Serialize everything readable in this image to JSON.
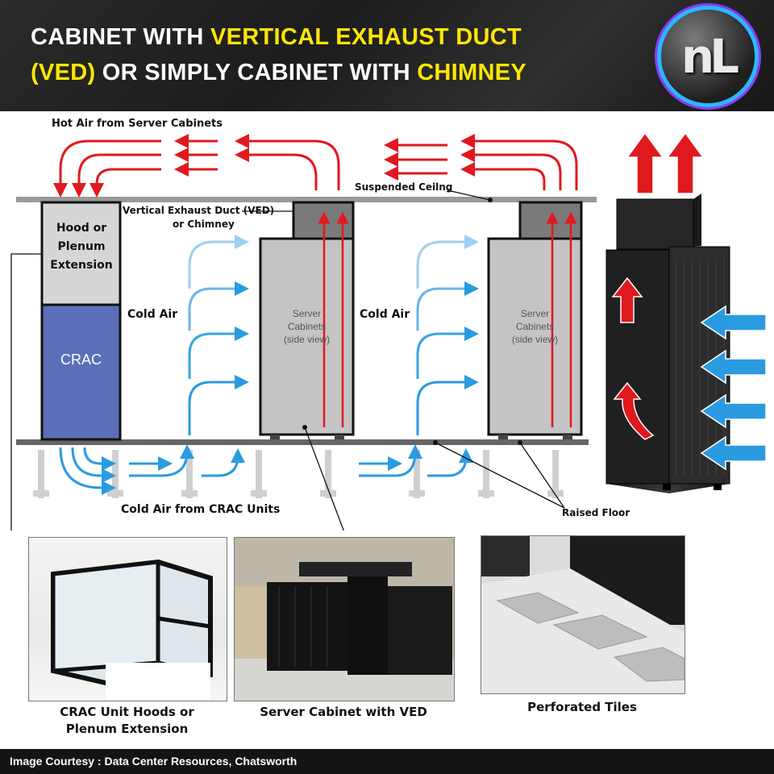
{
  "header": {
    "title_line1_a": "CABINET WITH ",
    "title_line1_b": "VERTICAL EXHAUST DUCT",
    "title_line2_a": "(VED)",
    "title_line2_b": " OR SIMPLY CABINET WITH ",
    "title_line2_c": "CHIMNEY",
    "logo_text": "nL",
    "accent_color": "#ffe600"
  },
  "diagram": {
    "hot_air_label": "Hot Air from Server Cabinets",
    "suspended_ceiling_label": "Suspended Ceilng",
    "ved_label_line1": "Vertical Exhaust Duct (VED)",
    "ved_label_line2": "or Chimney",
    "hood_label": [
      "Hood or",
      "Plenum",
      "Extension"
    ],
    "crac_label": "CRAC",
    "cold_air_label_1": "Cold Air",
    "cold_air_label_2": "Cold Air",
    "server_cabinet_label": [
      "Server",
      "Cabinets",
      "(side view)"
    ],
    "cold_air_crac_label": "Cold Air from CRAC Units",
    "raised_floor_label": "Raised Floor",
    "hot_color": "#e0191e",
    "cold_color": "#2a9be0",
    "crac_color": "#5b6fb8"
  },
  "photos": {
    "caption_1": [
      "CRAC Unit Hoods or",
      "Plenum Extension"
    ],
    "caption_2": "Server Cabinet with VED",
    "caption_3": "Perforated Tiles"
  },
  "footer": {
    "credit": "Image Courtesy : Data Center Resources, Chatsworth"
  }
}
